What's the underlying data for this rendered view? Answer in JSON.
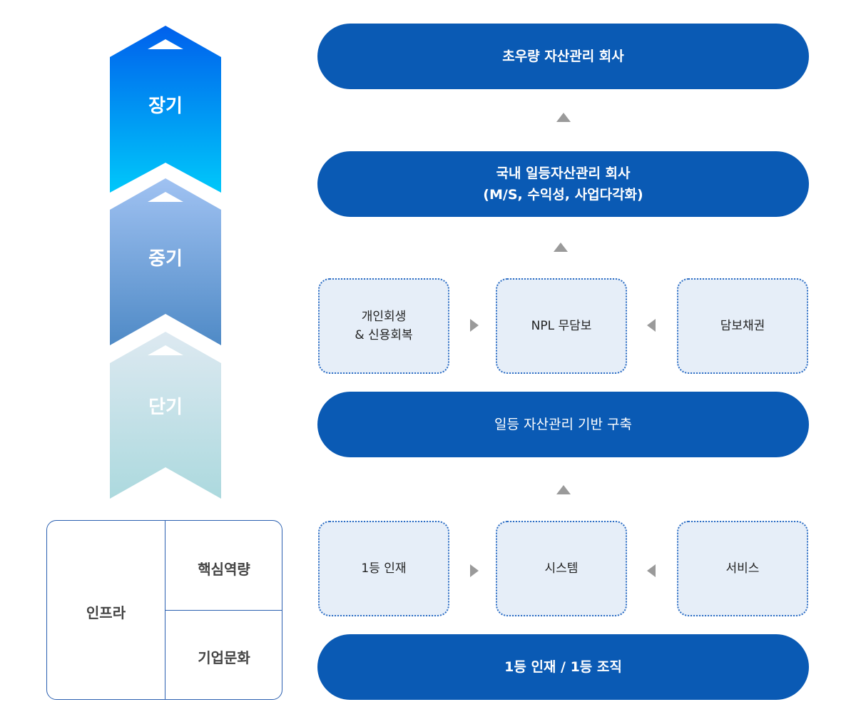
{
  "stages": [
    {
      "label": "장기"
    },
    {
      "label": "중기"
    },
    {
      "label": "단기"
    }
  ],
  "goals": {
    "top": "초우량 자산관리 회사",
    "middle_line1": "국내 일등자산관리 회사",
    "middle_line2": "(M/S, 수익성, 사업다각화)",
    "base": "일등 자산관리 기반 구축",
    "foundation": "1등 인재 / 1등 조직"
  },
  "business_row": {
    "left_line1": "개인회생",
    "left_line2": "& 신용회복",
    "center": "NPL 무담보",
    "right": "담보채권"
  },
  "capability_row": {
    "left": "1등 인재",
    "center": "시스템",
    "right": "서비스"
  },
  "infra": {
    "label": "인프라",
    "top": "핵심역량",
    "bottom": "기업문화"
  },
  "colors": {
    "pill": "#0a5ab4",
    "box_bg": "#e6eef8",
    "box_border": "#2a6cc4",
    "arrow": "#9a9a9a"
  }
}
